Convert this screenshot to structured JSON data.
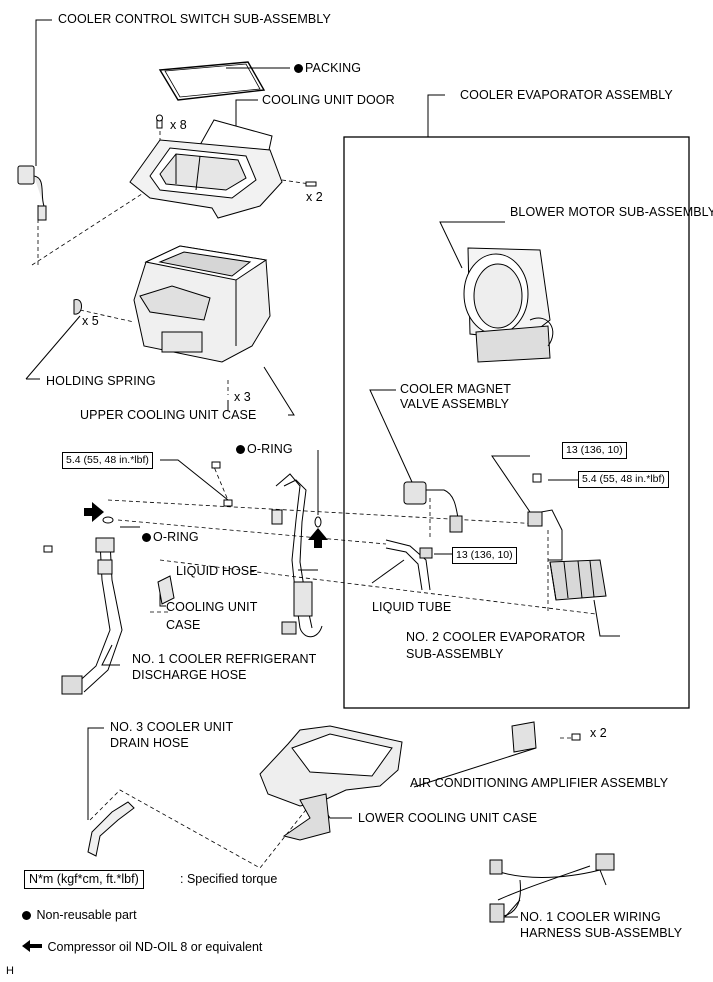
{
  "labels": {
    "cooler_control_switch": "COOLER CONTROL SWITCH SUB-ASSEMBLY",
    "packing": "PACKING",
    "cooling_unit_door": "COOLING UNIT DOOR",
    "cooler_evaporator": "COOLER EVAPORATOR ASSEMBLY",
    "blower_motor": "BLOWER MOTOR SUB-ASSEMBLY",
    "holding_spring": "HOLDING SPRING",
    "upper_case": "UPPER COOLING UNIT CASE",
    "magnet_valve_l1": "COOLER MAGNET",
    "magnet_valve_l2": "VALVE ASSEMBLY",
    "o_ring_top": "O-RING",
    "o_ring_left": "O-RING",
    "liquid_hose": "LIQUID HOSE",
    "cooling_unit_case_l1": "COOLING UNIT",
    "cooling_unit_case_l2": "CASE",
    "liquid_tube": "LIQUID TUBE",
    "no2_evaporator_l1": "NO. 2 COOLER EVAPORATOR",
    "no2_evaporator_l2": "SUB-ASSEMBLY",
    "discharge_hose_l1": "NO. 1 COOLER REFRIGERANT",
    "discharge_hose_l2": "DISCHARGE HOSE",
    "drain_hose_l1": "NO. 3 COOLER UNIT",
    "drain_hose_l2": "DRAIN HOSE",
    "ac_amplifier": "AIR CONDITIONING AMPLIFIER ASSEMBLY",
    "lower_case": "LOWER COOLING UNIT CASE",
    "wiring_harness_l1": "NO. 1 COOLER WIRING",
    "wiring_harness_l2": "HARNESS SUB-ASSEMBLY"
  },
  "quantities": {
    "door_screws": "x 8",
    "door_clips": "x 2",
    "springs": "x 5",
    "case_screws": "x 3",
    "amp_screws": "x 2"
  },
  "torques": {
    "hose_bolt": "5.4 (55, 48 in.*lbf)",
    "evap_top": "13 (136, 10)",
    "evap_bolt": "5.4 (55, 48 in.*lbf)",
    "tube_nut": "13 (136, 10)"
  },
  "legend": {
    "torque_box": "N*m (kgf*cm, ft.*lbf)",
    "torque_desc": ": Specified torque",
    "non_reusable": "Non-reusable part",
    "compressor_oil": "Compressor oil ND-OIL 8 or equivalent"
  },
  "corner_mark": "H"
}
